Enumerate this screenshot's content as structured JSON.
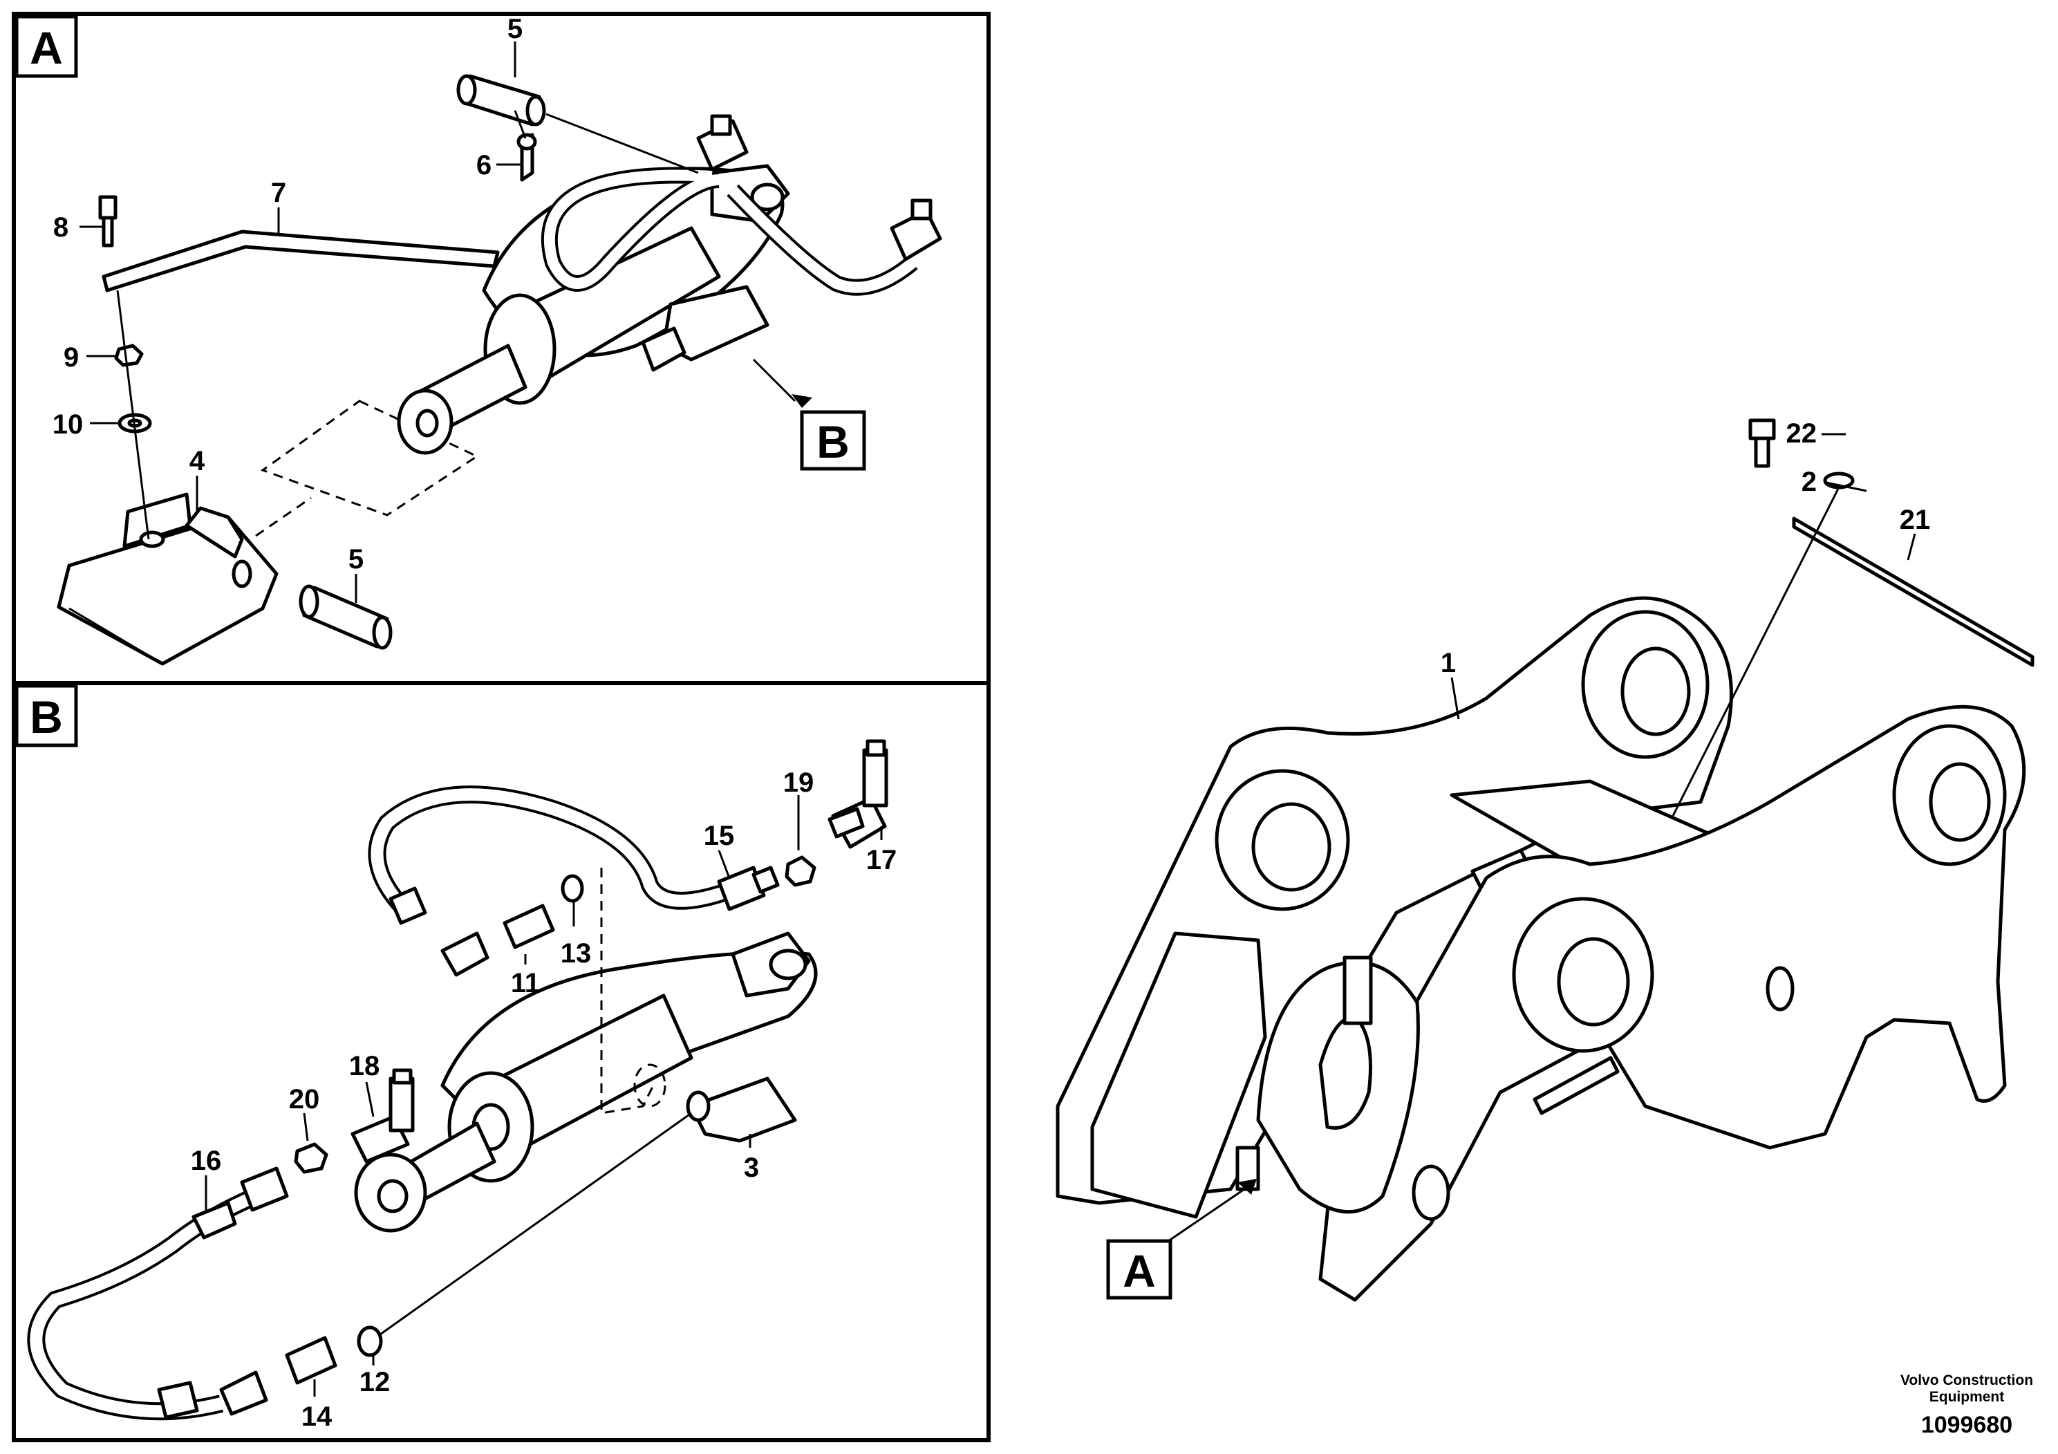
{
  "panels": {
    "a": {
      "tag": "A"
    },
    "b": {
      "tag": "B"
    }
  },
  "callouts": {
    "a_5_top": "5",
    "a_6": "6",
    "a_7": "7",
    "a_8": "8",
    "a_9": "9",
    "a_10": "10",
    "a_4": "4",
    "a_5_bottom": "5",
    "a_ref_b": "B",
    "b_19": "19",
    "b_15": "15",
    "b_17": "17",
    "b_11": "11",
    "b_13": "13",
    "b_18": "18",
    "b_20": "20",
    "b_16": "16",
    "b_3": "3",
    "b_12": "12",
    "b_14": "14",
    "main_22": "22",
    "main_2": "2",
    "main_21": "21",
    "main_1": "1",
    "main_ref_a": "A"
  },
  "footer": {
    "company_line1": "Volvo Construction",
    "company_line2": "Equipment",
    "drawing_number": "1099680"
  }
}
